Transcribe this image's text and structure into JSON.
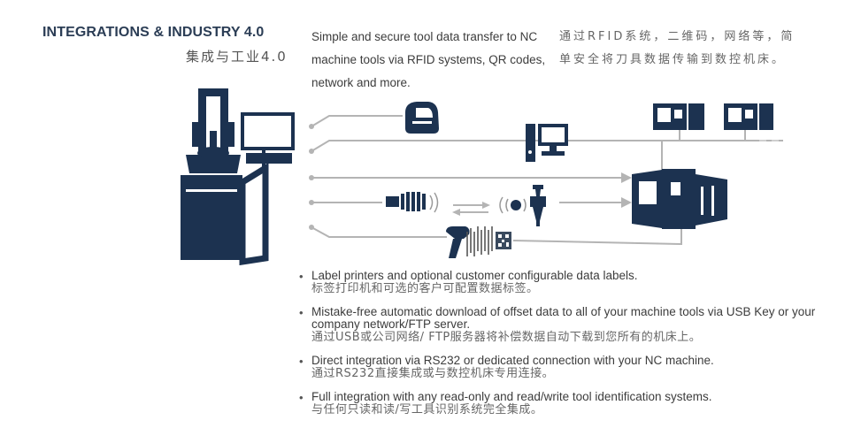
{
  "heading": {
    "title_en": "INTEGRATIONS & INDUSTRY 4.0",
    "title_cn": "集成与工业4.0"
  },
  "intro": {
    "en": "Simple and secure tool data transfer to NC machine tools via RFID systems, QR codes, network and more.",
    "cn": "通过RFID系统，二维码，网络等，简单安全将刀具数据传输到数控机床。"
  },
  "bullets": [
    {
      "en": "Label printers and optional customer configurable data labels.",
      "cn": "标签打印机和可选的客户可配置数据标签。"
    },
    {
      "en": "Mistake-free automatic download of offset data to all of your machine tools via USB Key or your company network/FTP server.",
      "cn": "通过USB或公司网络/ FTP服务器将补偿数据自动下载到您所有的机床上。"
    },
    {
      "en": "Direct integration via RS232 or dedicated connection with your NC machine.",
      "cn": "通过RS232直接集成或与数控机床专用连接。"
    },
    {
      "en": "Full integration with any read-only and read/write tool identification systems.",
      "cn": "与任何只读和读/写工具识别系统完全集成。"
    }
  ],
  "icons": {
    "presetter": "tool-presetter-icon",
    "label_printer": "label-printer-icon",
    "computer": "computer-icon",
    "machine": "cnc-machine-icon",
    "rfid_reader": "rfid-reader-icon",
    "rfid_chip": "rfid-chip-icon",
    "tool_holder": "tool-holder-icon",
    "barcode_scanner": "barcode-scanner-icon",
    "qr_code": "qr-code-icon"
  },
  "colors": {
    "navy": "#1c3250",
    "line_gray": "#b4b4b4",
    "heading": "#2b3d55"
  }
}
